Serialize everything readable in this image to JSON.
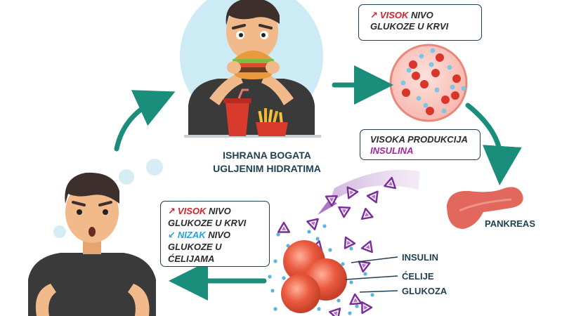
{
  "top_callout": {
    "line1_highlight": "VISOK",
    "line1_rest": " NIVO",
    "line2": "GLUKOZE U KRVI"
  },
  "insulin_callout": {
    "line1": "VISOKA PRODUKCIJA",
    "line2": "INSULINA"
  },
  "left_callout": {
    "line1_highlight": "VISOK",
    "line1_rest": " NIVO",
    "line2": "GLUKOZE U KRVI",
    "line3_highlight": "NIZAK",
    "line3_rest": " NIVO",
    "line4": "GLUKOZE U",
    "line5": "ĆELIJAMA"
  },
  "meal_caption": {
    "line1": "ISHRANA BOGATA",
    "line2": "UGLJENIM HIDRATIMA"
  },
  "pancreas_label": "PANKREAS",
  "legend": {
    "insulin": "INSULIN",
    "cells": "ĆELIJE",
    "glucose": "GLUKOZA"
  },
  "icons": {
    "up": "↗",
    "down": "↙"
  },
  "colors": {
    "cycle_arrow": "#1b8d7b",
    "high": "#d71f2a",
    "low": "#2aa0d8",
    "insulin": "#a3259e",
    "cell": "#e8563b",
    "pancreas": "#e2675c",
    "skin": "#f2b98b",
    "hair": "#3d2f2b",
    "shirt": "#3a3a3a"
  }
}
